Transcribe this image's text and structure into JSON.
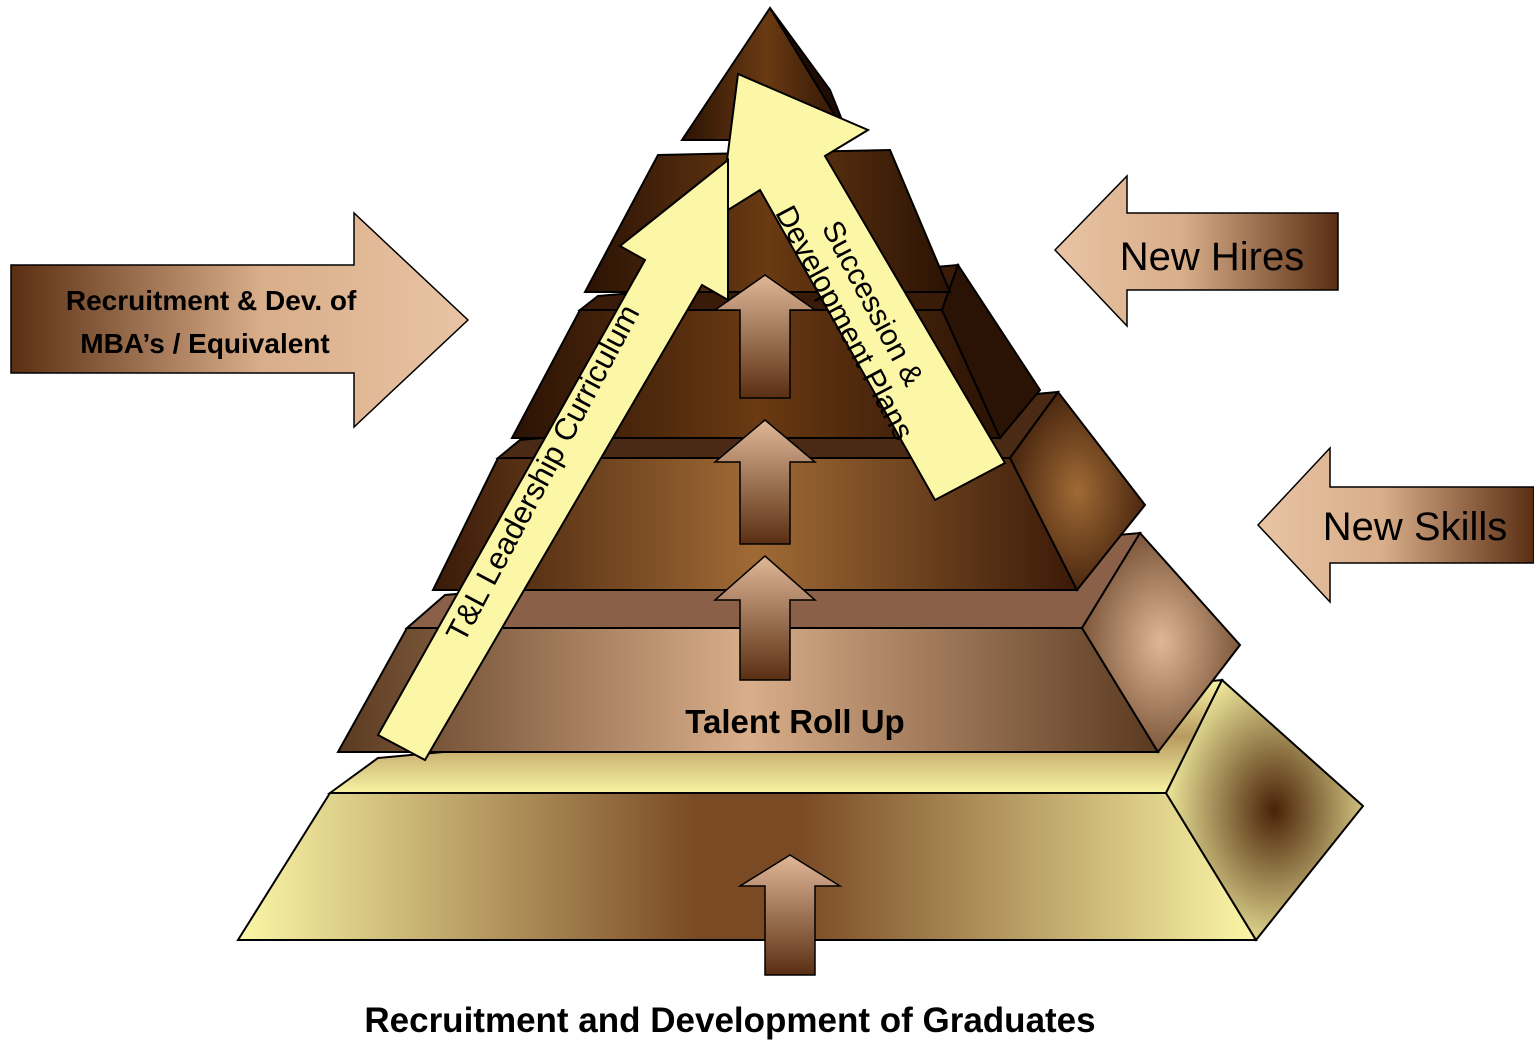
{
  "diagram": {
    "left_arrow": {
      "line1": "Recruitment & Dev. of",
      "line2": "MBA’s / Equivalent"
    },
    "new_hires_arrow": {
      "label": "New Hires"
    },
    "new_skills_arrow": {
      "label": "New Skills"
    },
    "curriculum_arrow": {
      "label": "T&L Leadership Curriculum"
    },
    "succession_arrow": {
      "line1": "Succession &",
      "line2": "Development Plans"
    },
    "roll_up_label": "Talent Roll Up",
    "base_caption": "Recruitment and Development of Graduates",
    "colors": {
      "dark_brown": "#3a1a08",
      "mid_brown": "#9a6030",
      "tan": "#d9ae8a",
      "pale_yellow": "#fbf7a7",
      "base_yellow": "#f6f099"
    }
  }
}
